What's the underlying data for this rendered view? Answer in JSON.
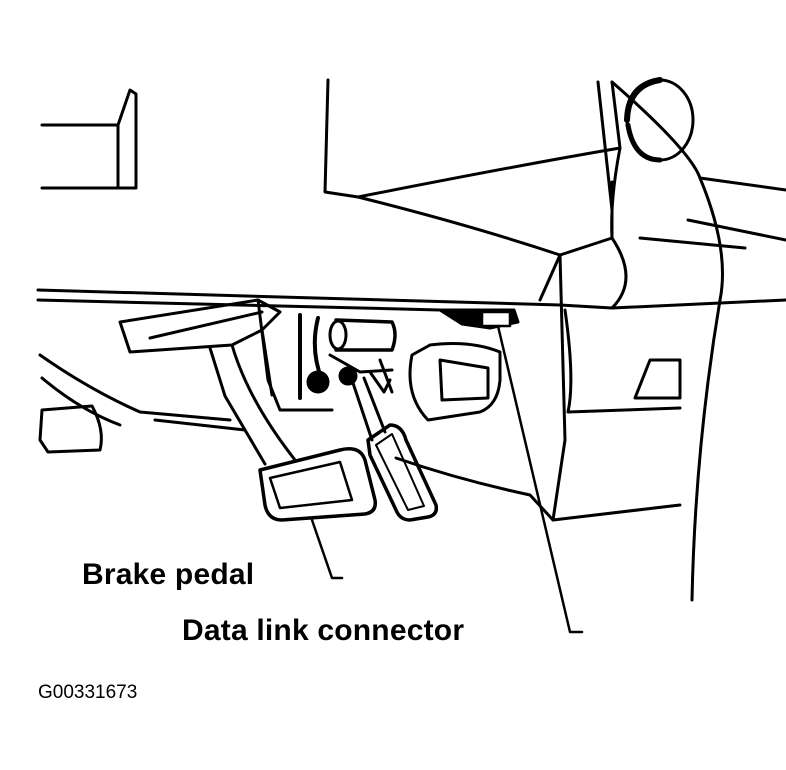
{
  "labels": {
    "brake_pedal": "Brake pedal",
    "data_link_connector": "Data link connector"
  },
  "figure_id": "G00331673",
  "colors": {
    "line": "#000000",
    "background": "#ffffff"
  }
}
